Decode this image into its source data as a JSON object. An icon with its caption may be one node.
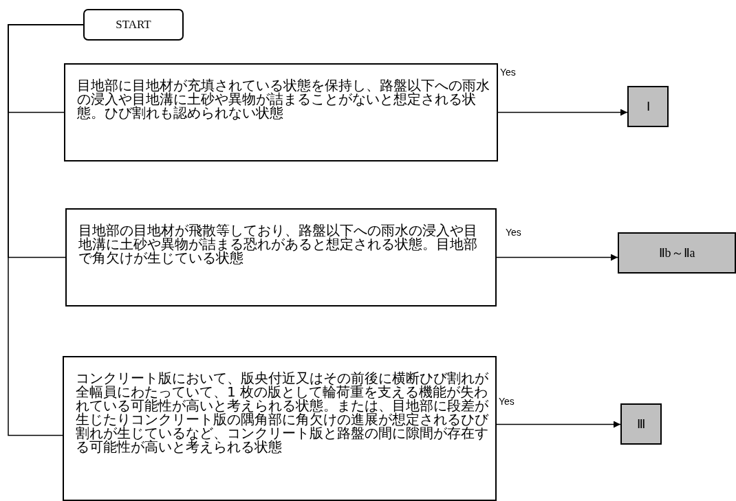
{
  "diagram": {
    "nodes": [
      {
        "text": [
          "START"
        ]
      },
      {
        "text": [
          "目地部に目地材が充填されている状態を保持し、路盤以下への雨水の浸入や目地溝に土砂や異物が詰まることがないと想定される状態。ひび割れも認められない状態"
        ]
      },
      {
        "text": [
          "Ⅰ"
        ]
      },
      {
        "text": [
          "目地部の目地材が飛散等しており、路盤以下への雨水の浸入や目地溝に土砂や異物が詰まる恐れがあると想定される状態。目地部で角欠けが生じている状態"
        ]
      },
      {
        "text": [
          "Ⅱb～Ⅱa"
        ]
      },
      {
        "text": [
          "コンクリート版において、版央付近又はその前後に横断ひび割れが全幅員にわたっていて、1 枚の版として輪荷重を支える機能が失われている可能性が高いと考えられる状態。または、目地部に段差が生じたりコンクリート版の隅角部に角欠けの進展が想定されるひび割れが生じているなど、コンクリート版と路盤の間に隙間が存在する可能性が高いと考えられる状態"
        ]
      },
      {
        "text": [
          "Ⅲ"
        ]
      }
    ],
    "edges": [
      {
        "from": 0,
        "to": 1,
        "arrow": "none"
      },
      {
        "from": 0,
        "to": 3,
        "arrow": "none"
      },
      {
        "from": 0,
        "to": 5,
        "arrow": "none"
      },
      {
        "from": 1,
        "to": 2,
        "arrow": "to",
        "label": "Yes"
      },
      {
        "from": 3,
        "to": 4,
        "arrow": "to",
        "label": "Yes"
      },
      {
        "from": 5,
        "to": 6,
        "arrow": "to",
        "label": "Yes"
      }
    ]
  }
}
